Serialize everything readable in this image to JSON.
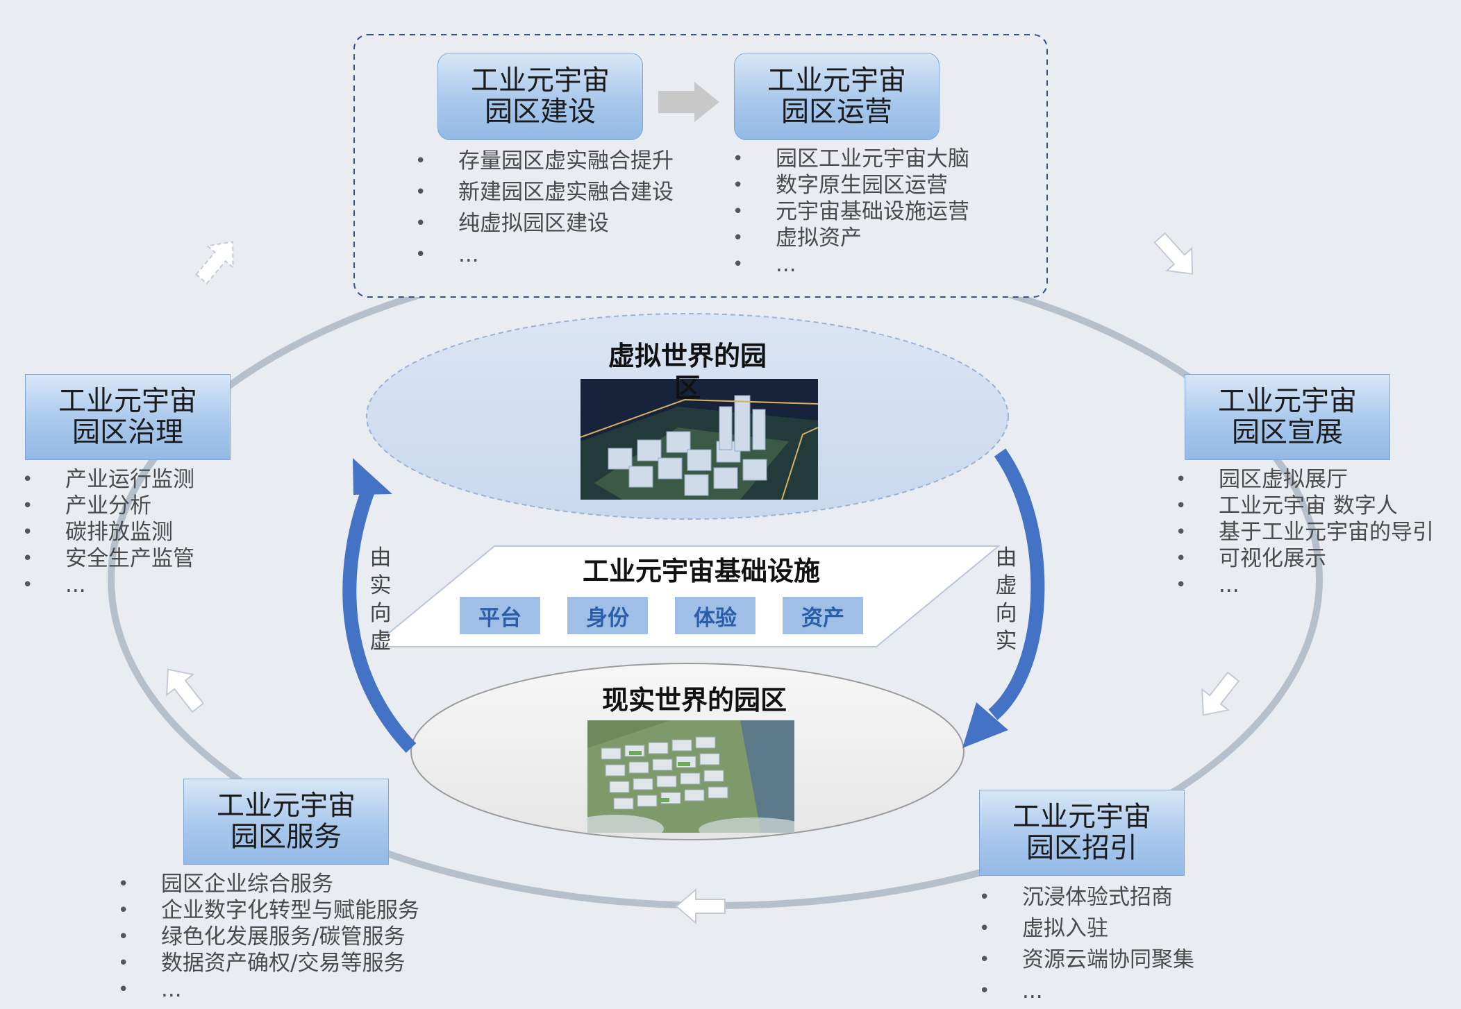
{
  "top_left": {
    "title_line1": "工业元宇宙",
    "title_line2": "园区建设",
    "items": [
      "存量园区虚实融合提升",
      "新建园区虚实融合建设",
      "纯虚拟园区建设",
      "..."
    ]
  },
  "top_right": {
    "title_line1": "工业元宇宙",
    "title_line2": "园区运营",
    "items": [
      "园区工业元宇宙大脑",
      "数字原生园区运营",
      "元宇宙基础设施运营",
      "虚拟资产",
      "..."
    ]
  },
  "left": {
    "title_line1": "工业元宇宙",
    "title_line2": "园区治理",
    "items": [
      "产业运行监测",
      "产业分析",
      "碳排放监测",
      "安全生产监管",
      "..."
    ]
  },
  "right": {
    "title_line1": "工业元宇宙",
    "title_line2": "园区宣展",
    "items": [
      "园区虚拟展厅",
      "工业元宇宙 数字人",
      "基于工业元宇宙的导引",
      "可视化展示",
      "..."
    ]
  },
  "bottom_left": {
    "title_line1": "工业元宇宙",
    "title_line2": "园区服务",
    "items": [
      "园区企业综合服务",
      "企业数字化转型与赋能服务",
      "绿色化发展服务/碳管服务",
      "数据资产确权/交易等服务",
      "..."
    ]
  },
  "bottom_right": {
    "title_line1": "工业元宇宙",
    "title_line2": "园区招引",
    "items": [
      "沉浸体验式招商",
      "虚拟入驻",
      "资源云端协同聚集",
      "..."
    ]
  },
  "center": {
    "virtual_title_line1": "虚拟世界的园",
    "virtual_title_line2": "区",
    "infra_title": "工业元宇宙基础设施",
    "infra_items": [
      "平台",
      "身份",
      "体验",
      "资产"
    ],
    "real_title": "现实世界的园区",
    "left_arrow_label": [
      "由",
      "实",
      "向",
      "虚"
    ],
    "right_arrow_label": [
      "由",
      "虚",
      "向",
      "实"
    ]
  },
  "colors": {
    "background": "#e9edf2",
    "box_fill": "#a9c8ec",
    "cycle_ring": "#b6c0cd",
    "inner_arrow": "#4472c4",
    "infra_button": "#9fbfe6"
  }
}
